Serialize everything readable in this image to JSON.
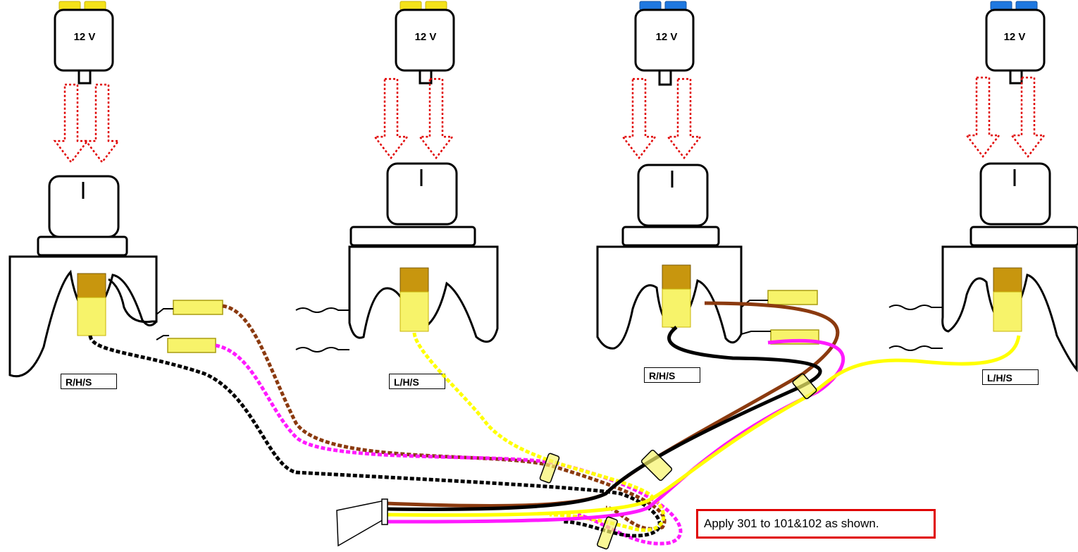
{
  "bulbs": [
    {
      "voltage": "12 V",
      "terminal_color": "#f4e21a"
    },
    {
      "voltage": "12 V",
      "terminal_color": "#f4e21a"
    },
    {
      "voltage": "12 V",
      "terminal_color": "#1f78e0"
    },
    {
      "voltage": "12 V",
      "terminal_color": "#1f78e0"
    }
  ],
  "switches": [
    {
      "label": "R/H/S"
    },
    {
      "label": "L/H/S"
    },
    {
      "label": "R/H/S"
    },
    {
      "label": "L/H/S"
    }
  ],
  "note": "Apply 301 to 101&102 as shown.",
  "colors": {
    "arrow": "#e00000",
    "note_border": "#e00000",
    "wire_black": "#000000",
    "wire_brown": "#8b3a0f",
    "wire_magenta": "#ff1aff",
    "wire_yellow": "#ffff00",
    "connector_yellow": "#f7f36a",
    "gold": "#c8960e"
  }
}
